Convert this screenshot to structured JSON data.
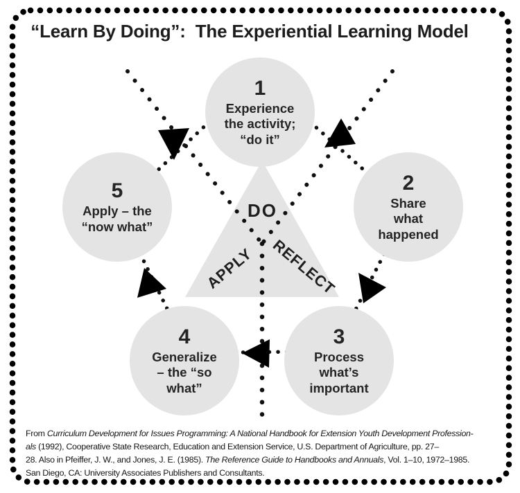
{
  "title": "“Learn By Doing”:  The Experiential Learning Model",
  "steps": [
    {
      "number": "1",
      "lines": [
        "Experience",
        "the activity;",
        "“do it”"
      ]
    },
    {
      "number": "2",
      "lines": [
        "Share",
        "what",
        "happened"
      ]
    },
    {
      "number": "3",
      "lines": [
        "Process",
        "what’s",
        "important"
      ]
    },
    {
      "number": "4",
      "lines": [
        "Generalize",
        "– the “so",
        "what”"
      ]
    },
    {
      "number": "5",
      "lines": [
        "Apply – the",
        "“now what”"
      ]
    }
  ],
  "triangle": {
    "top": "DO",
    "left": "APPLY",
    "right": "REFLECT"
  },
  "citation": {
    "lines": [
      [
        {
          "t": "From ",
          "italic": false
        },
        {
          "t": "Curriculum Development for Issues Programming: A National Handbook for Extension Youth Development Profession-",
          "italic": true
        }
      ],
      [
        {
          "t": "als",
          "italic": true
        },
        {
          "t": " (1992), Cooperative State Research, Education and Extension Service, U.S. Department of Agriculture, pp. 27–",
          "italic": false
        }
      ],
      [
        {
          "t": "28. Also in Pfeiffer, J. W., and Jones, J. E. (1985). ",
          "italic": false
        },
        {
          "t": "The Reference Guide to Handbooks and Annuals",
          "italic": true
        },
        {
          "t": ", Vol. 1–10, 1972–1985.",
          "italic": false
        }
      ],
      [
        {
          "t": "San Diego, CA: University Associates Publishers and Consultants.",
          "italic": false
        }
      ]
    ]
  },
  "colors": {
    "shape_fill": "#e4e4e4",
    "text": "#1c1c1c",
    "dots": "#000000",
    "background": "#ffffff"
  }
}
